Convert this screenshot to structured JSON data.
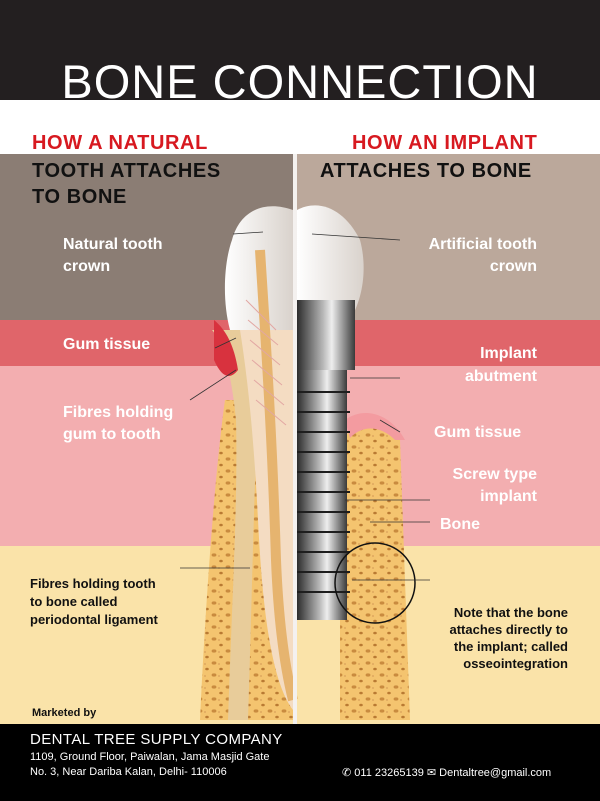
{
  "title": "BONE CONNECTION",
  "left": {
    "heading_red": "HOW A NATURAL",
    "heading_line2": "TOOTH ATTACHES",
    "heading_line3": "TO BONE",
    "labels": {
      "crown_1": "Natural tooth",
      "crown_2": "crown",
      "gum": "Gum tissue",
      "fibres_1": "Fibres holding",
      "fibres_2": "gum to tooth",
      "ligament_1": "Fibres holding tooth",
      "ligament_2": "to bone called",
      "ligament_3": "periodontal ligament"
    }
  },
  "right": {
    "heading_red": "HOW AN IMPLANT",
    "heading_line2": "ATTACHES TO BONE",
    "labels": {
      "crown_1": "Artificial tooth",
      "crown_2": "crown",
      "abutment_1": "Implant",
      "abutment_2": "abutment",
      "gum": "Gum tissue",
      "screw_1": "Screw type",
      "screw_2": "implant",
      "bone": "Bone",
      "note_1": "Note that the bone",
      "note_2": "attaches directly to",
      "note_3": "the implant; called",
      "note_4": "osseointegration"
    }
  },
  "marketed_by": "Marketed  by",
  "footer": {
    "company": "DENTAL TREE SUPPLY COMPANY",
    "address_1": "1109, Ground Floor, Paiwalan, Jama Masjid Gate",
    "address_2": "No. 3, Near Dariba Kalan, Delhi- 110006",
    "phone": "011  23265139",
    "email": "Dentaltree@gmail.com"
  },
  "colors": {
    "crown_band": "#8b7d74",
    "gum_band": "#e0656a",
    "pink_band": "#f3aeb0",
    "bone_band": "#fae3a9",
    "accent_red": "#d71920"
  }
}
